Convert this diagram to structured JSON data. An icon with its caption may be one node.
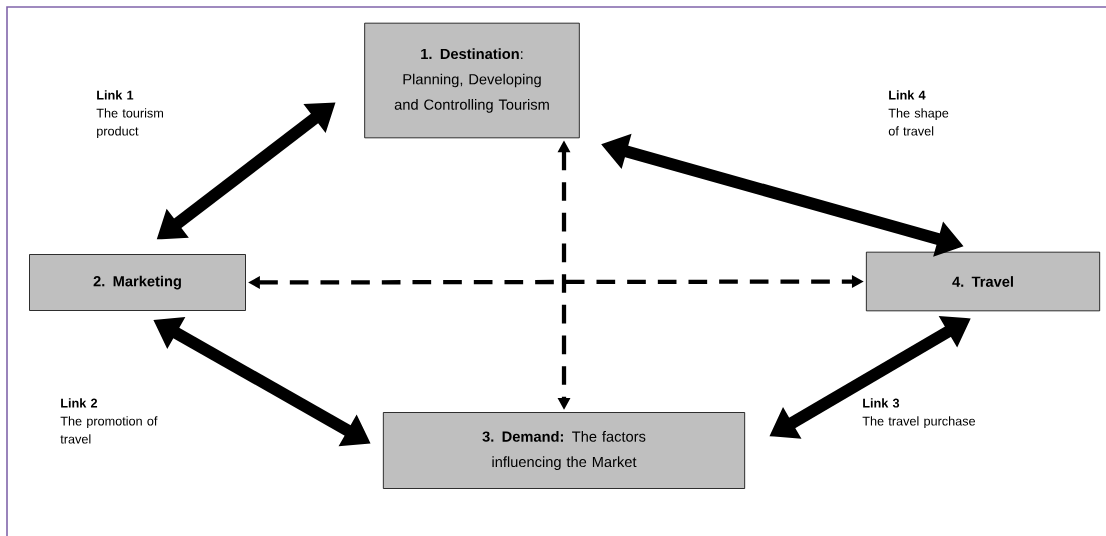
{
  "diagram": {
    "nodes": [
      {
        "text": [
          "**1. Destination**: Planning, Developing and Controlling Tourism"
        ]
      },
      {
        "text": [
          "2. Marketing"
        ]
      },
      {
        "text": [
          "**3. Demand:** The factors influencing the Market"
        ]
      },
      {
        "text": [
          "4. Travel"
        ]
      }
    ],
    "edges": [
      {
        "from": 1,
        "to": 0,
        "arrow": "both"
      },
      {
        "from": 0,
        "to": 3,
        "arrow": "both"
      },
      {
        "from": 1,
        "to": 2,
        "arrow": "both"
      },
      {
        "from": 3,
        "to": 2,
        "arrow": "both"
      },
      {
        "from": 1,
        "to": 3,
        "arrow": "both",
        "style": "dashed"
      },
      {
        "from": 0,
        "to": 2,
        "arrow": "both",
        "style": "dashed"
      }
    ],
    "labels": [
      "Link 1",
      "The tourism product",
      "Link 4",
      "The shape of travel",
      "Link 2",
      "The  promotion of travel",
      "Link 3",
      "The travel purchase"
    ]
  }
}
